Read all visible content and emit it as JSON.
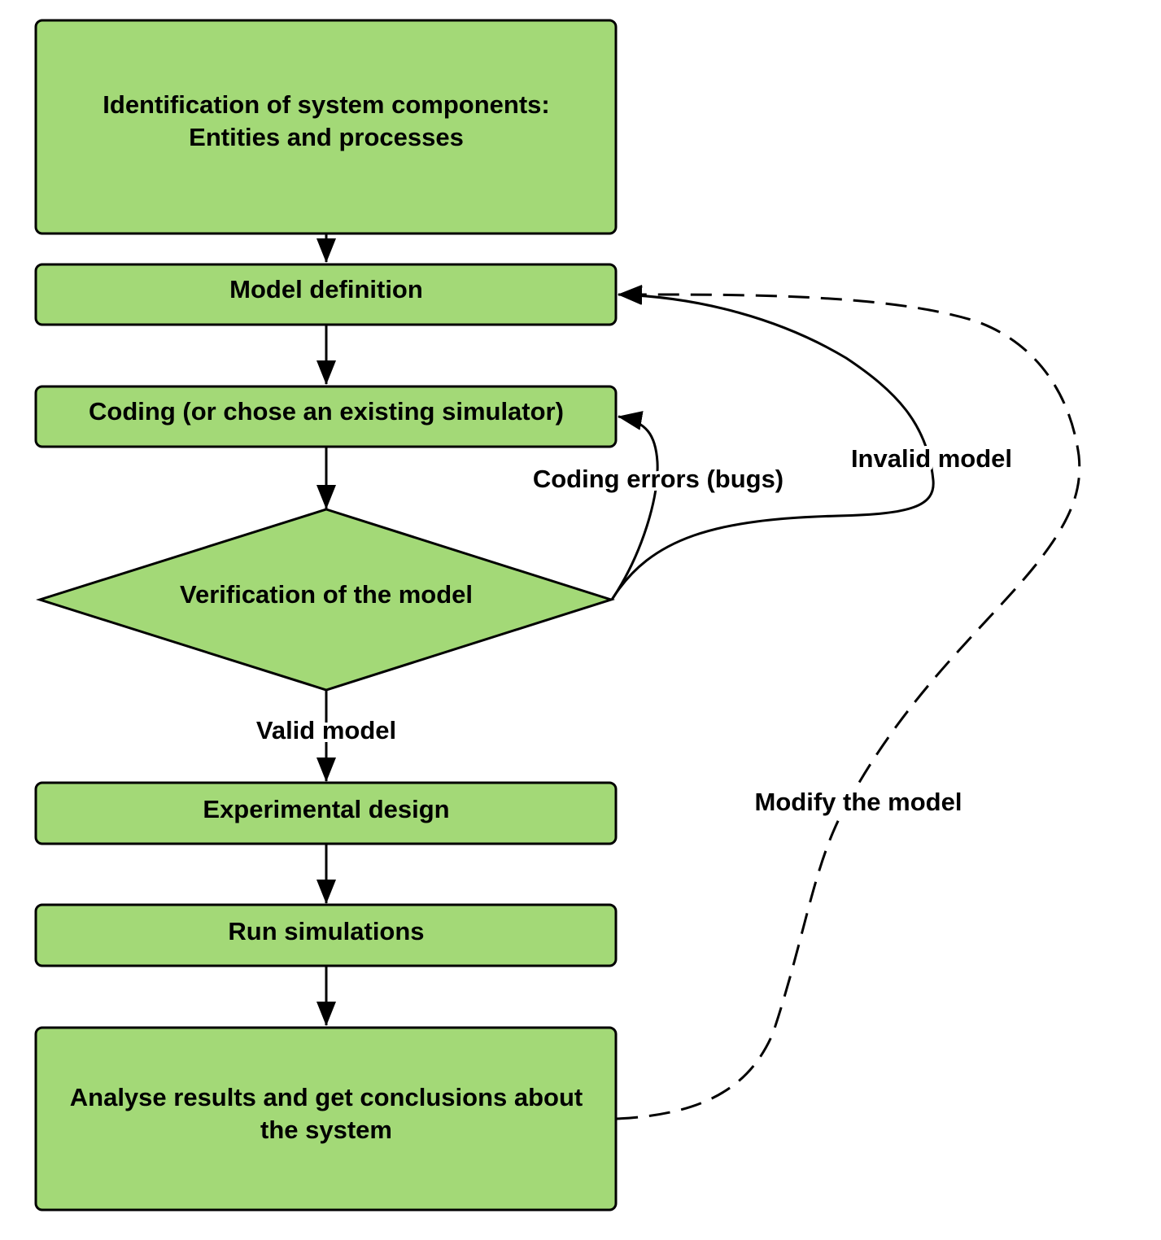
{
  "colors": {
    "node_fill": "#a3d977",
    "stroke": "#000000",
    "background": "#ffffff"
  },
  "nodes": {
    "identification": {
      "line1": "Identification of system components:",
      "line2": "Entities and processes"
    },
    "model_definition": {
      "label": "Model definition"
    },
    "coding": {
      "label": "Coding (or chose an existing simulator)"
    },
    "verification": {
      "label": "Verification of the model"
    },
    "experimental_design": {
      "label": "Experimental design"
    },
    "run_simulations": {
      "label": "Run simulations"
    },
    "analyse": {
      "line1": "Analyse results and get conclusions about",
      "line2": "the system"
    }
  },
  "edge_labels": {
    "valid_model": "Valid model",
    "coding_errors": "Coding errors (bugs)",
    "invalid_model": "Invalid model",
    "modify_model": "Modify the model"
  }
}
